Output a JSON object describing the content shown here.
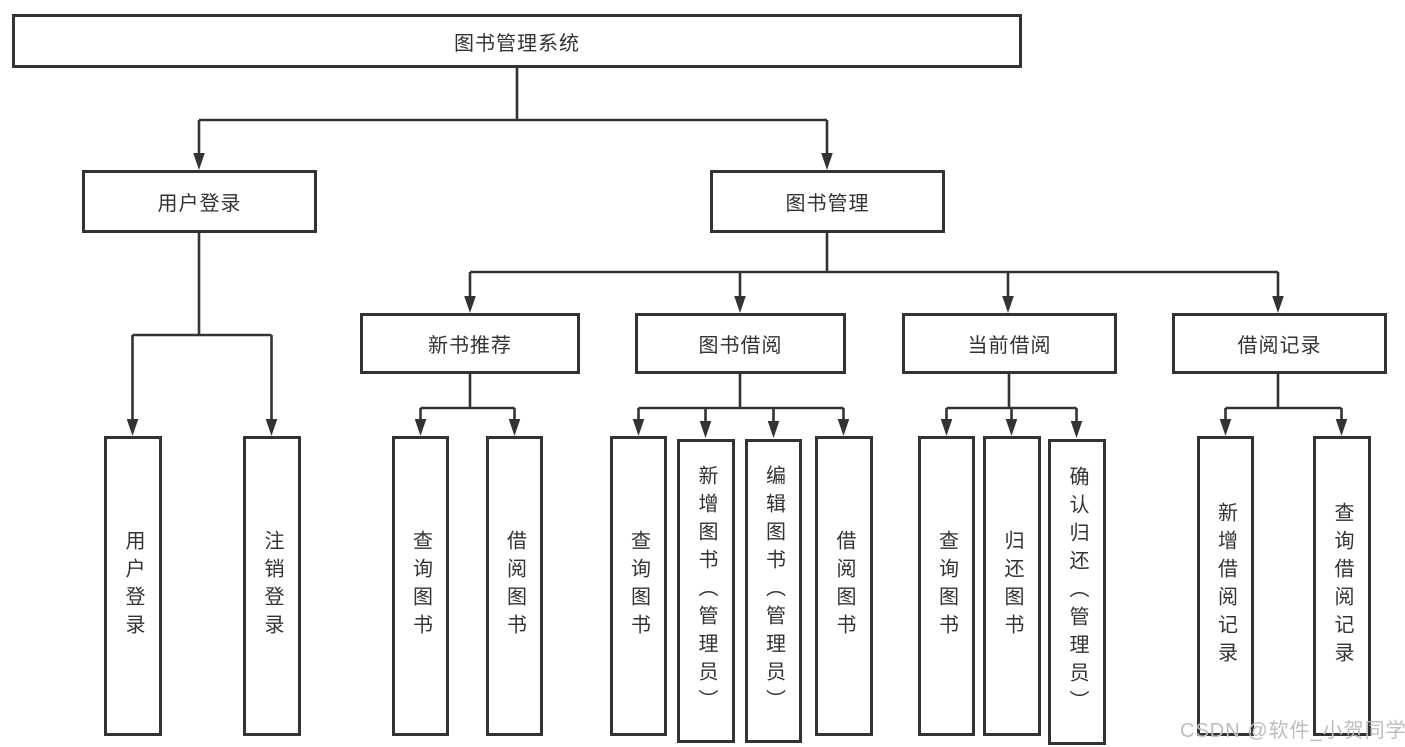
{
  "diagram": {
    "title": "图书管理系统",
    "nodes": {
      "root": {
        "label": "图书管理系统"
      },
      "userLogin": {
        "label": "用户登录"
      },
      "bookMgmt": {
        "label": "图书管理"
      },
      "newBookRec": {
        "label": "新书推荐"
      },
      "bookBorrow": {
        "label": "图书借阅"
      },
      "currentBorrow": {
        "label": "当前借阅"
      },
      "borrowRecord": {
        "label": "借阅记录"
      },
      "leafUserLogin": {
        "label": "用户登录"
      },
      "leafLogout": {
        "label": "注销登录"
      },
      "leafQueryBooksRec": {
        "label": "查询图书"
      },
      "leafBorrowBooksRec": {
        "label": "借阅图书"
      },
      "leafQueryBooksBorrow": {
        "label": "查询图书"
      },
      "leafAddBooks": {
        "label": "新增图书（管理员）"
      },
      "leafEditBooks": {
        "label": "编辑图书（管理员）"
      },
      "leafBorrowBooks": {
        "label": "借阅图书"
      },
      "leafQueryBooksCurrent": {
        "label": "查询图书"
      },
      "leafReturnBooks": {
        "label": "归还图书"
      },
      "leafConfirmReturn": {
        "label": "确认归还（管理员）"
      },
      "leafAddBorrowRecord": {
        "label": "新增借阅记录"
      },
      "leafQueryBorrowRecord": {
        "label": "查询借阅记录"
      }
    },
    "hierarchy": {
      "图书管理系统": {
        "用户登录": [
          "用户登录",
          "注销登录"
        ],
        "图书管理": {
          "新书推荐": [
            "查询图书",
            "借阅图书"
          ],
          "图书借阅": [
            "查询图书",
            "新增图书（管理员）",
            "编辑图书（管理员）",
            "借阅图书"
          ],
          "当前借阅": [
            "查询图书",
            "归还图书",
            "确认归还（管理员）"
          ],
          "借阅记录": [
            "新增借阅记录",
            "查询借阅记录"
          ]
        }
      }
    }
  },
  "watermark": {
    "text": "CSDN @软件_小贺同学"
  },
  "colors": {
    "line": "#333333",
    "text": "#333333",
    "background": "#ffffff",
    "watermark": "#bdbdbd"
  }
}
